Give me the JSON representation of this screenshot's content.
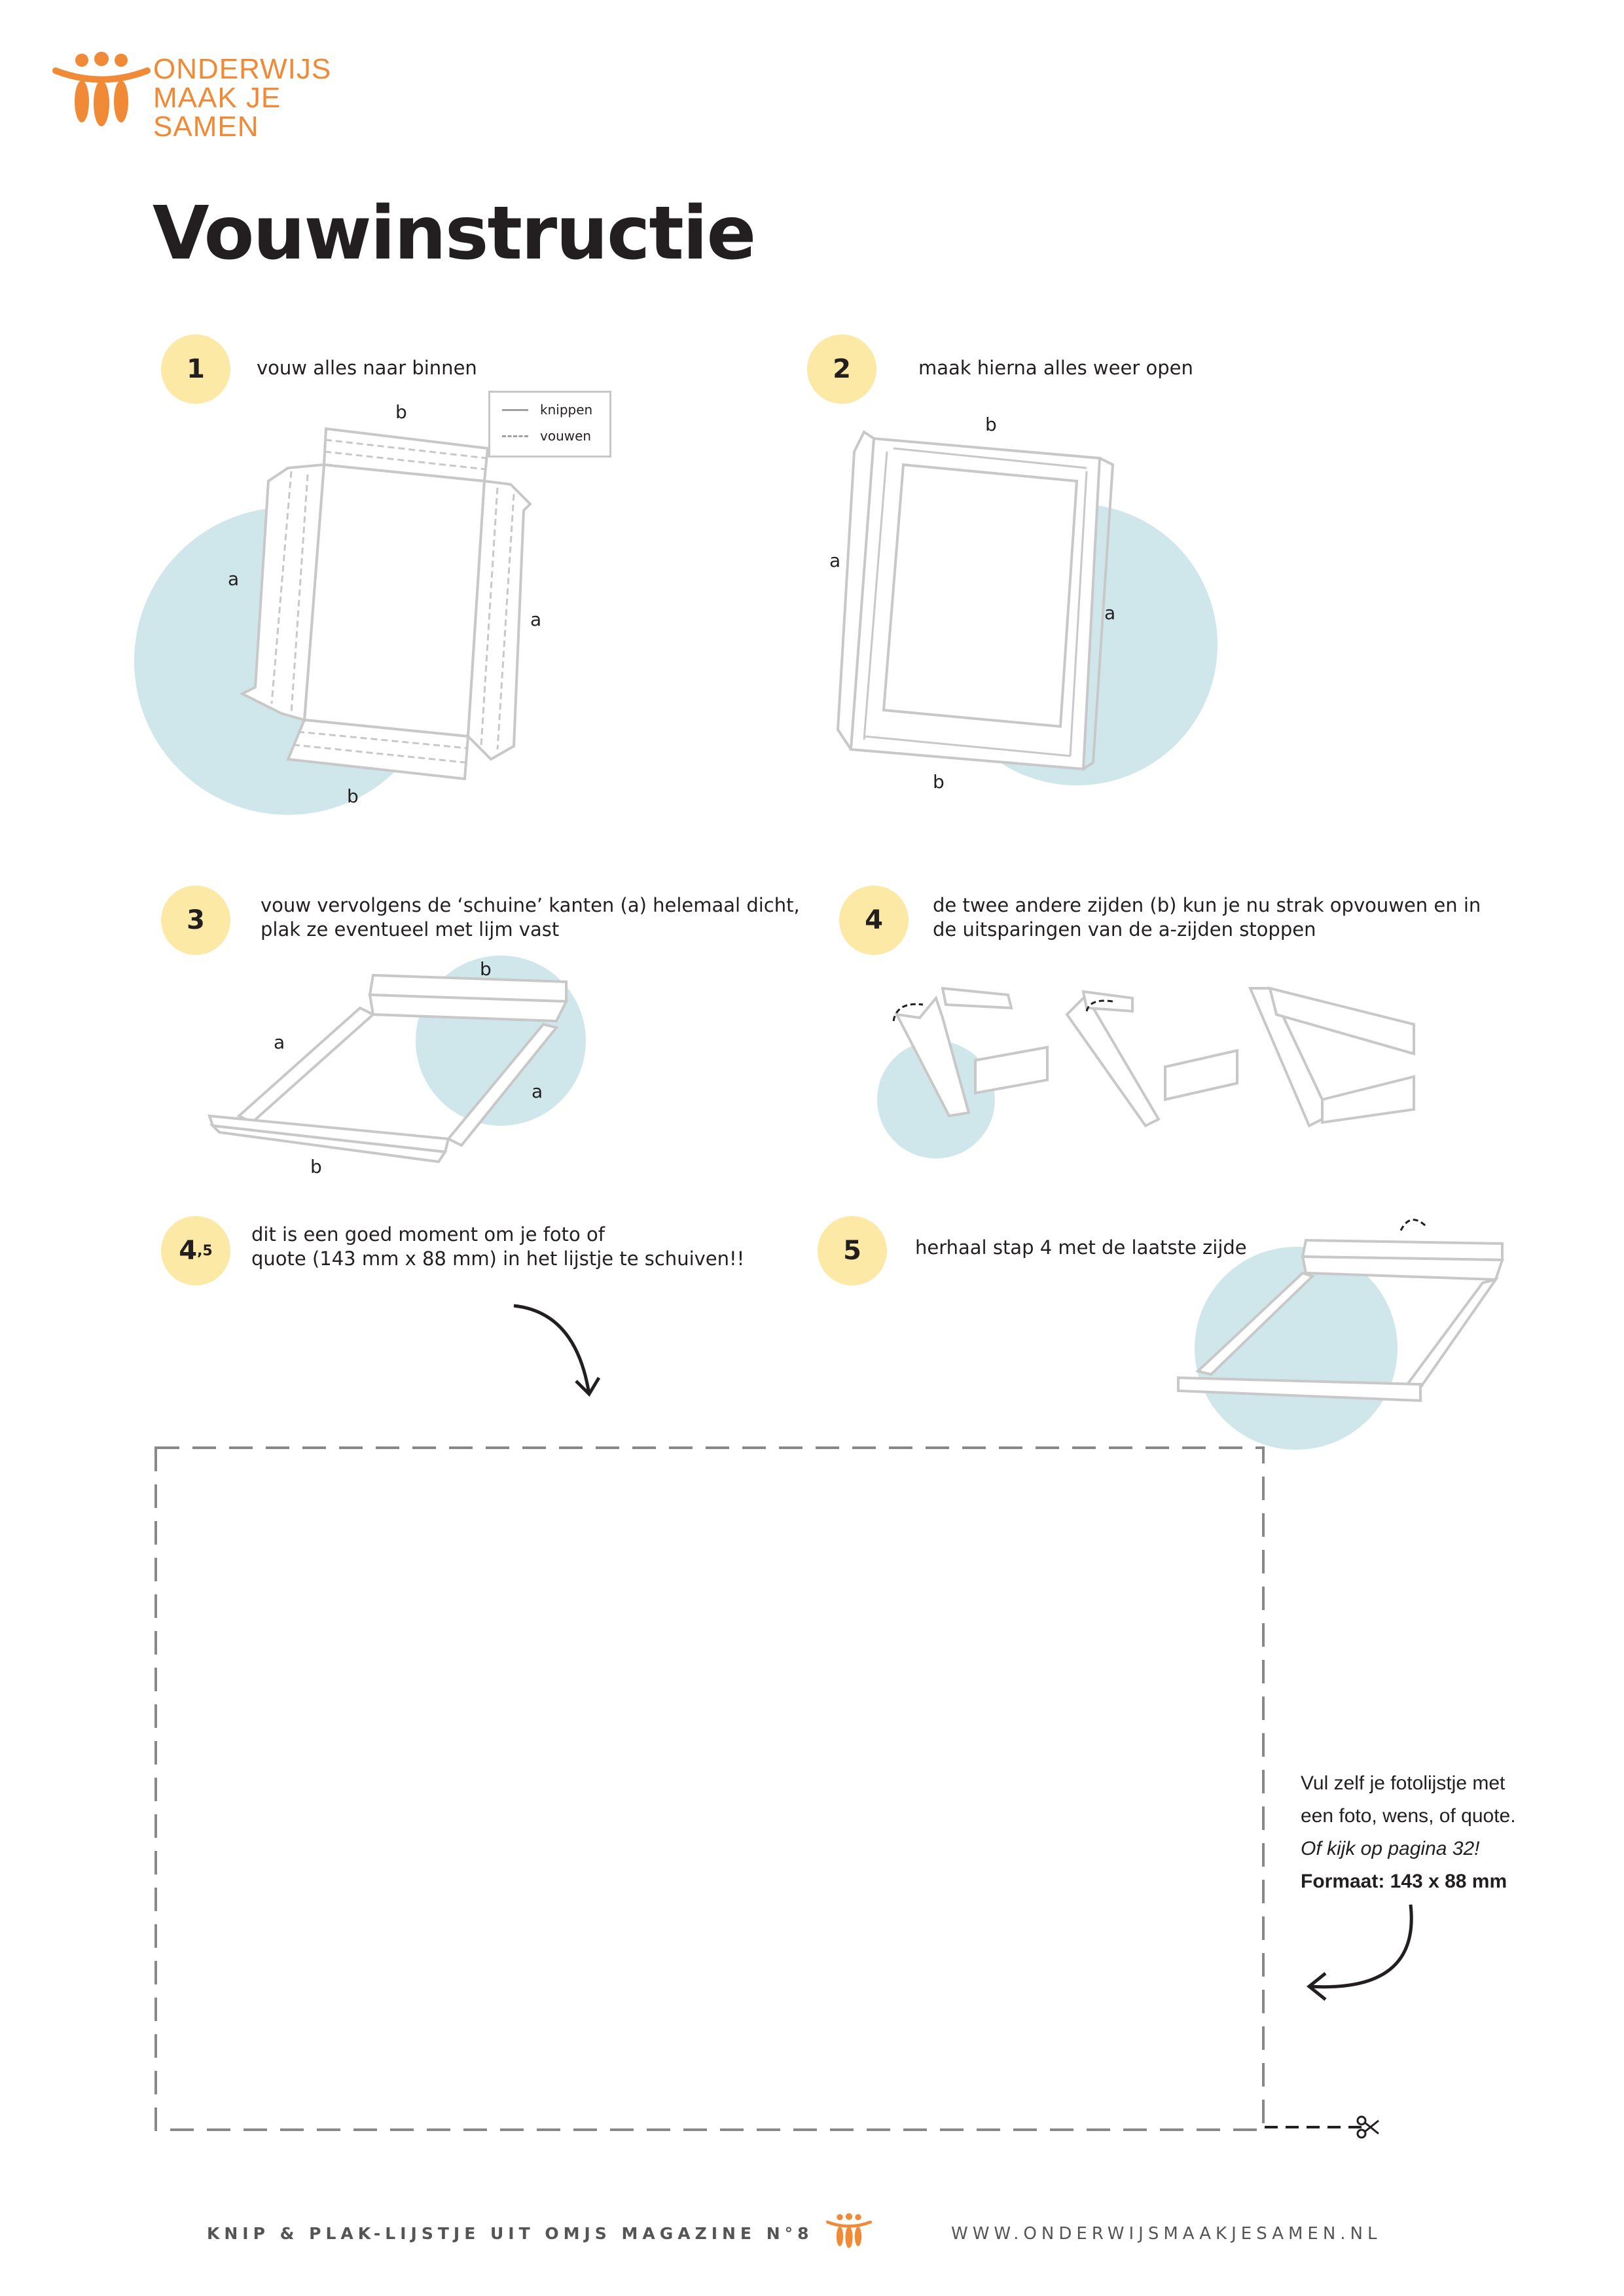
{
  "brand": {
    "logo_lines": [
      "ONDERWIJS",
      "MAAK JE",
      "SAMEN"
    ],
    "accent_color": "#f08a36"
  },
  "page_title": "Vouwinstructie",
  "steps": [
    {
      "number": "1",
      "lines": [
        "vouw alles naar binnen"
      ]
    },
    {
      "number": "2",
      "lines": [
        "maak hierna alles weer open"
      ]
    },
    {
      "number": "3",
      "lines": [
        "vouw vervolgens de ‘schuine’ kanten (a) helemaal dicht,",
        "plak ze eventueel met lijm vast"
      ]
    },
    {
      "number": "4",
      "lines": [
        "de twee andere zijden (b) kun je nu strak opvouwen en in",
        "de uitsparingen van de a-zijden stoppen"
      ]
    },
    {
      "number": "4",
      "number_sup": ",5",
      "lines": [
        "dit is een goed moment om je foto of",
        "quote (143 mm x 88 mm) in het lijstje te schuiven!!"
      ]
    },
    {
      "number": "5",
      "lines": [
        "herhaal stap 4 met de laatste zijde"
      ]
    }
  ],
  "legend": {
    "cut_label": "knippen",
    "fold_label": "vouwen"
  },
  "diagram_labels": {
    "a": "a",
    "b": "b"
  },
  "side_note": {
    "line1": "Vul zelf je fotolijstje met",
    "line2": "een foto, wens, of quote.",
    "line3": "Of kijk op pagina 32!",
    "line4": "Formaat: 143 x 88 mm"
  },
  "footer": {
    "left": "KNIP & PLAK-LIJSTJE UIT OMJS MAGAZINE N°8",
    "right": "WWW.ONDERWIJSMAAKJESAMEN.NL"
  },
  "colors": {
    "badge": "#fce9a6",
    "circle": "#cfe7eb",
    "line": "#c8c8c8",
    "text": "#231f20"
  }
}
